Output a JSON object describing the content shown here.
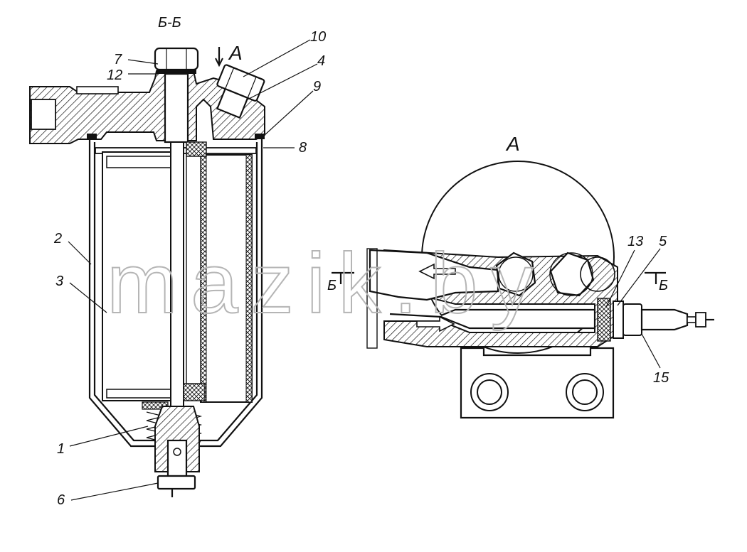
{
  "section_title": "Б-Б",
  "view_title": "A",
  "arrow_label_top": "A",
  "section_mark_left": "Б",
  "section_mark_right": "Б",
  "watermark": "mazik.by",
  "callouts": {
    "c1": "1",
    "c2": "2",
    "c3": "3",
    "c4": "4",
    "c5": "5",
    "c6": "6",
    "c7": "7",
    "c8": "8",
    "c9": "9",
    "c10": "10",
    "c12": "12",
    "c13": "13",
    "c15": "15"
  }
}
